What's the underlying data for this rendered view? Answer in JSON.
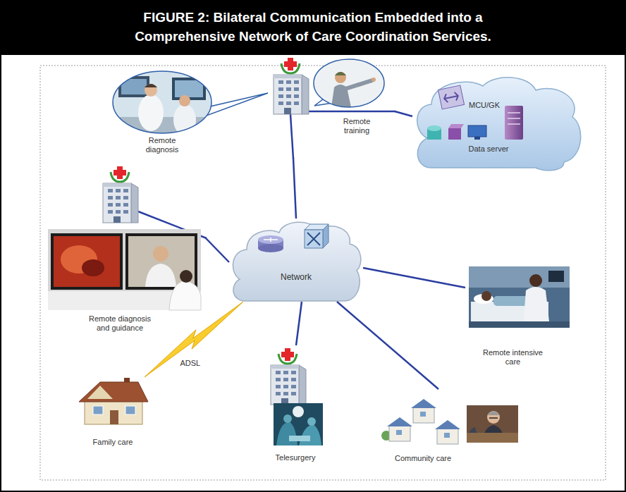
{
  "diagram": {
    "title": "FIGURE 2: Bilateral Communication Embedded into a Comprehensive Network of Care Coordination Services.",
    "nodes": [
      {
        "text": [
          "Remote diagnosis",
          "Remote training"
        ]
      },
      {
        "text": [
          "MCU/GK",
          "Data server"
        ]
      },
      {
        "text": [
          "Remote diagnosis and guidance"
        ]
      },
      {
        "text": [
          "Network"
        ]
      },
      {
        "text": [
          "Remote intensive care"
        ]
      },
      {
        "text": [
          "Family care"
        ]
      },
      {
        "text": [
          "Telesurgery"
        ]
      },
      {
        "text": [
          "Community care"
        ]
      }
    ],
    "edges": [
      {
        "from": 0,
        "to": 1,
        "arrow": "none"
      },
      {
        "from": 0,
        "to": 3,
        "arrow": "none"
      },
      {
        "from": 2,
        "to": 3,
        "arrow": "none"
      },
      {
        "from": 3,
        "to": 4,
        "arrow": "none"
      },
      {
        "from": 5,
        "to": 3,
        "label": "ADSL",
        "arrow": "none"
      },
      {
        "from": 3,
        "to": 6,
        "arrow": "none"
      },
      {
        "from": 3,
        "to": 7,
        "arrow": "none"
      }
    ]
  }
}
